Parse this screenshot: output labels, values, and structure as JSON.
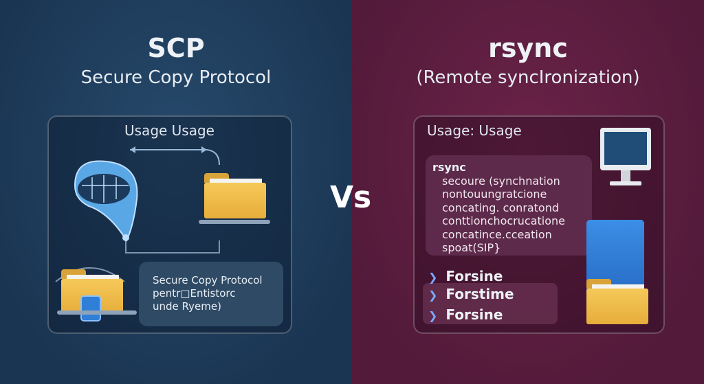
{
  "scp": {
    "title": "SCP",
    "subtitle": "Secure Copy Protocol",
    "panel_title": "Usage Usage",
    "description": [
      "Secure Copy Protocol",
      "pentr□Entistorc",
      "unde Ryeme)"
    ]
  },
  "vs_label": "Vs",
  "rsync": {
    "title": "rsync",
    "subtitle": "(Remote syncIronization)",
    "panel_title": "Usage: Usage",
    "code_title": "rsync",
    "code_lines": [
      "secoure (synchnation",
      "nontouungratcione",
      "concating. conratond",
      "conttionchocrucatione",
      "concatince.cceation",
      "spoat(SIP}"
    ],
    "features": [
      {
        "icon": "check-icon",
        "label": "Forsine"
      },
      {
        "icon": "check-icon",
        "label": "Forstime"
      },
      {
        "icon": "check-icon",
        "label": "Forsine"
      }
    ]
  },
  "colors": {
    "left_bg": "#1e3a5a",
    "right_bg": "#5a1d3e",
    "folder": "#f0bd4c",
    "accent_blue": "#2f7fd8"
  }
}
